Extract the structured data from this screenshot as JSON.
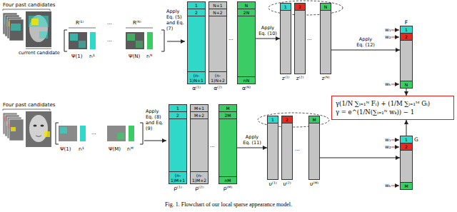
{
  "diagram": {
    "caption": "Fig. 1. Flowchart of our local sparse appearance model.",
    "nodes": [
      {
        "text": [
          "α⁽¹⁾",
          "1",
          "2",
          "(n-1)N+1"
        ]
      },
      {
        "text": [
          "α⁽²⁾",
          "N+1",
          "N+2",
          "(n-1)N+2"
        ]
      },
      {
        "text": [
          "α⁽ᴺ⁾",
          "N",
          "2N",
          "nN"
        ]
      },
      {
        "text": [
          "z⁽¹⁾",
          "1"
        ]
      },
      {
        "text": [
          "z⁽²⁾",
          "2"
        ]
      },
      {
        "text": [
          "z⁽ᴺ⁾",
          "N"
        ]
      },
      {
        "text": [
          "F",
          "1",
          "2",
          "N"
        ]
      },
      {
        "text": [
          "γ(1/N ∑ᵢ₌₁ᴺ Fᵢ) + (1/M ∑ᵢ₌₁ᴹ Gᵢ)",
          "γ = e^(1/N(∑ᵢ₌₁ᴺ wₖ)) − 1"
        ]
      },
      {
        "text": [
          "ρ⁽¹⁾",
          "1",
          "2",
          "(n-1)M+1"
        ]
      },
      {
        "text": [
          "ρ⁽²⁾",
          "M+1",
          "M+2",
          "(n-1)M+2"
        ]
      },
      {
        "text": [
          "ρ⁽ᴹ⁾",
          "M",
          "2M",
          "nM"
        ]
      },
      {
        "text": [
          "υ⁽¹⁾",
          "1"
        ]
      },
      {
        "text": [
          "υ⁽²⁾",
          "2"
        ]
      },
      {
        "text": [
          "υ⁽ᴹ⁾",
          "M"
        ]
      },
      {
        "text": [
          "G",
          "1",
          "2",
          "M"
        ]
      }
    ],
    "edges": [
      {
        "from": 2,
        "to": 3,
        "label": "Apply Eq. (10)",
        "arrow": "to"
      },
      {
        "from": 5,
        "to": 6,
        "label": "Apply Eq. (12)",
        "arrow": "to"
      },
      {
        "from": 6,
        "to": 7,
        "arrow": "to"
      },
      {
        "from": 10,
        "to": 11,
        "label": "Apply Eq. (11)",
        "arrow": "to"
      },
      {
        "from": 13,
        "to": 14,
        "arrow": "to"
      },
      {
        "from": 14,
        "to": 7,
        "arrow": "to"
      }
    ],
    "labels": [
      "Four past candidates",
      "current candidate",
      "R⁽¹⁾",
      "...",
      "R⁽ᴺ⁾",
      "Ψ(1)",
      "rₜ¹",
      "...",
      "Ψ(N)",
      "rₜᴺ",
      "Apply Eq. (5) and Eq. (7)",
      "...",
      "...",
      "w₁",
      "w₂",
      "wₖ",
      "Four past candidates",
      "Ψ(1)",
      "rₜ¹",
      "...",
      "Ψ(M)",
      "rₜᴹ",
      "Apply Eq. (8) and Eq. (9)",
      "...",
      "...",
      "w₁",
      "w₂",
      "wₖ"
    ]
  }
}
